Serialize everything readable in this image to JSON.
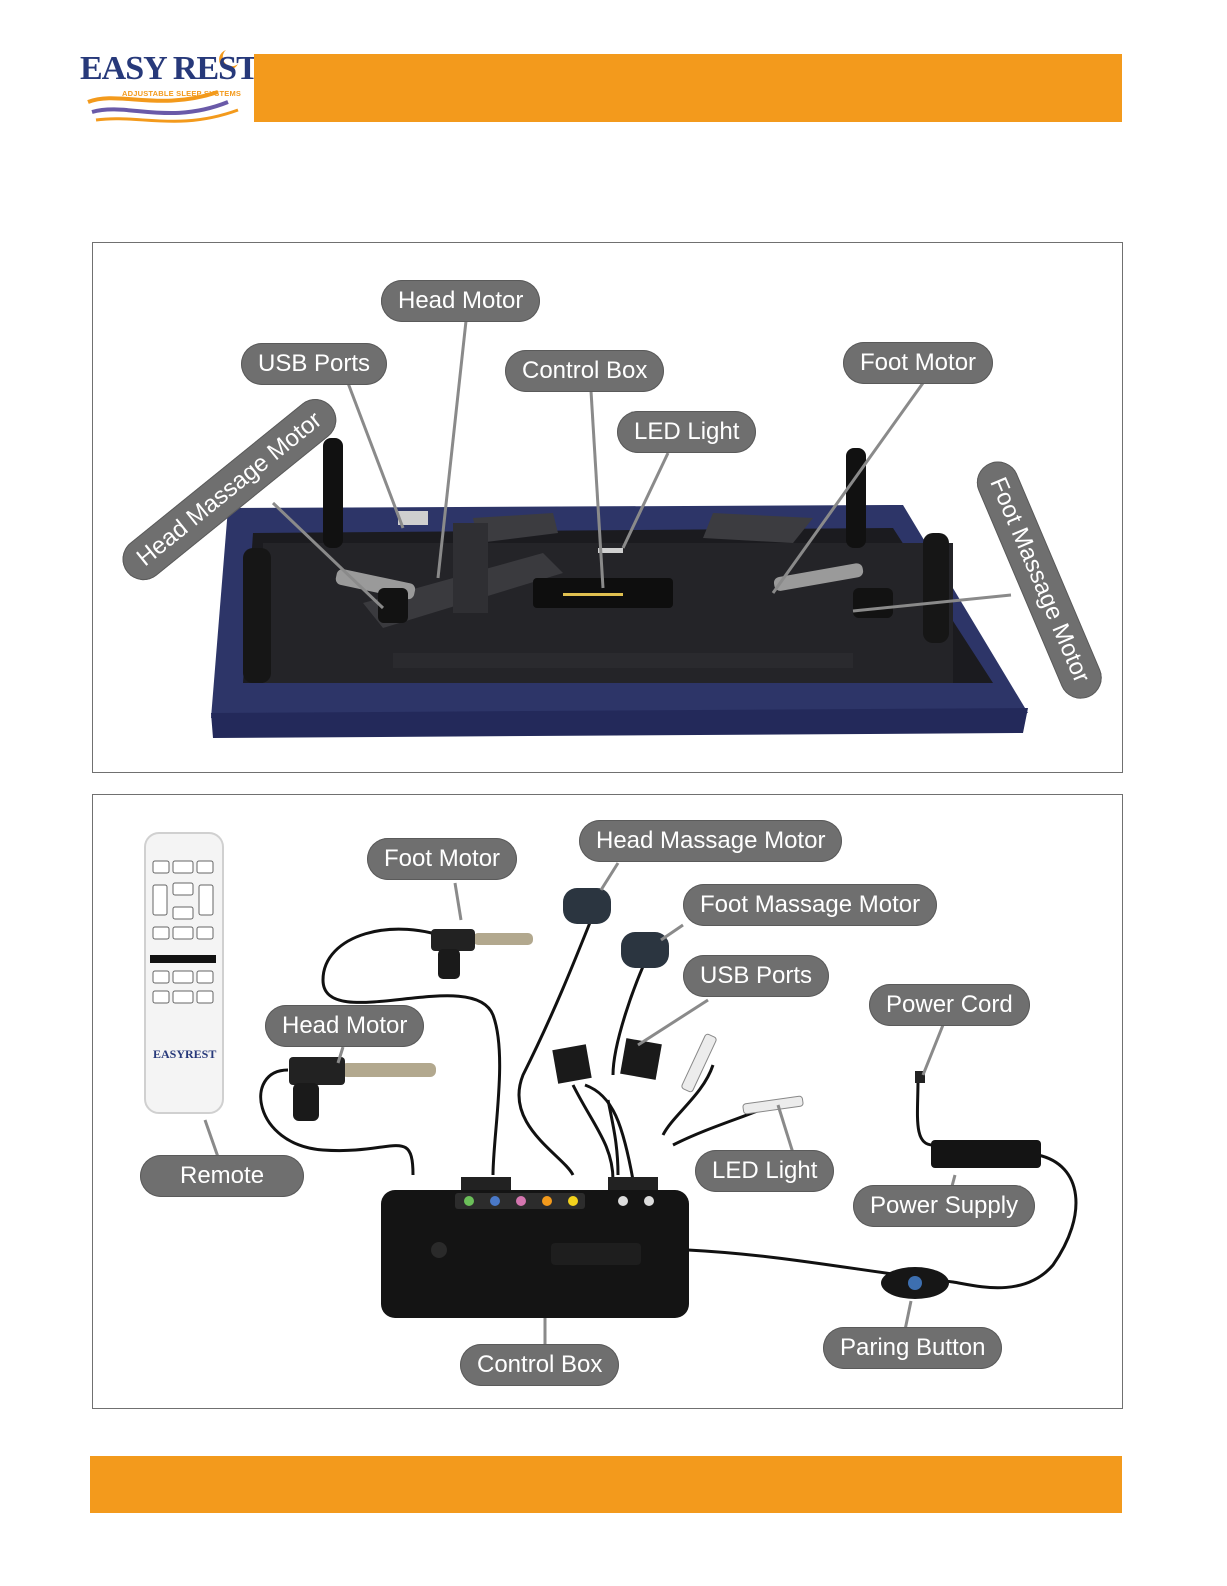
{
  "brand": {
    "name": "EASY REST",
    "tagline": "ADJUSTABLE SLEEP SYSTEMS",
    "colors": {
      "accent": "#f39a1c",
      "navy": "#27397a",
      "label_bg": "#6f6f6f"
    }
  },
  "panel_top": {
    "labels": {
      "head_motor": "Head Motor",
      "usb_ports": "USB Ports",
      "control_box": "Control Box",
      "led_light": "LED Light",
      "foot_motor": "Foot Motor",
      "head_massage_motor": "Head Massage Motor",
      "foot_massage_motor": "Foot Massage Motor"
    }
  },
  "panel_bottom": {
    "labels": {
      "foot_motor": "Foot Motor",
      "head_massage_motor": "Head Massage Motor",
      "foot_massage_motor": "Foot Massage Motor",
      "usb_ports": "USB Ports",
      "power_cord": "Power Cord",
      "head_motor": "Head Motor",
      "led_light": "LED Light",
      "remote": "Remote",
      "power_supply": "Power Supply",
      "paring_button": "Paring Button",
      "control_box": "Control Box"
    },
    "remote_brand": "EASYREST"
  }
}
